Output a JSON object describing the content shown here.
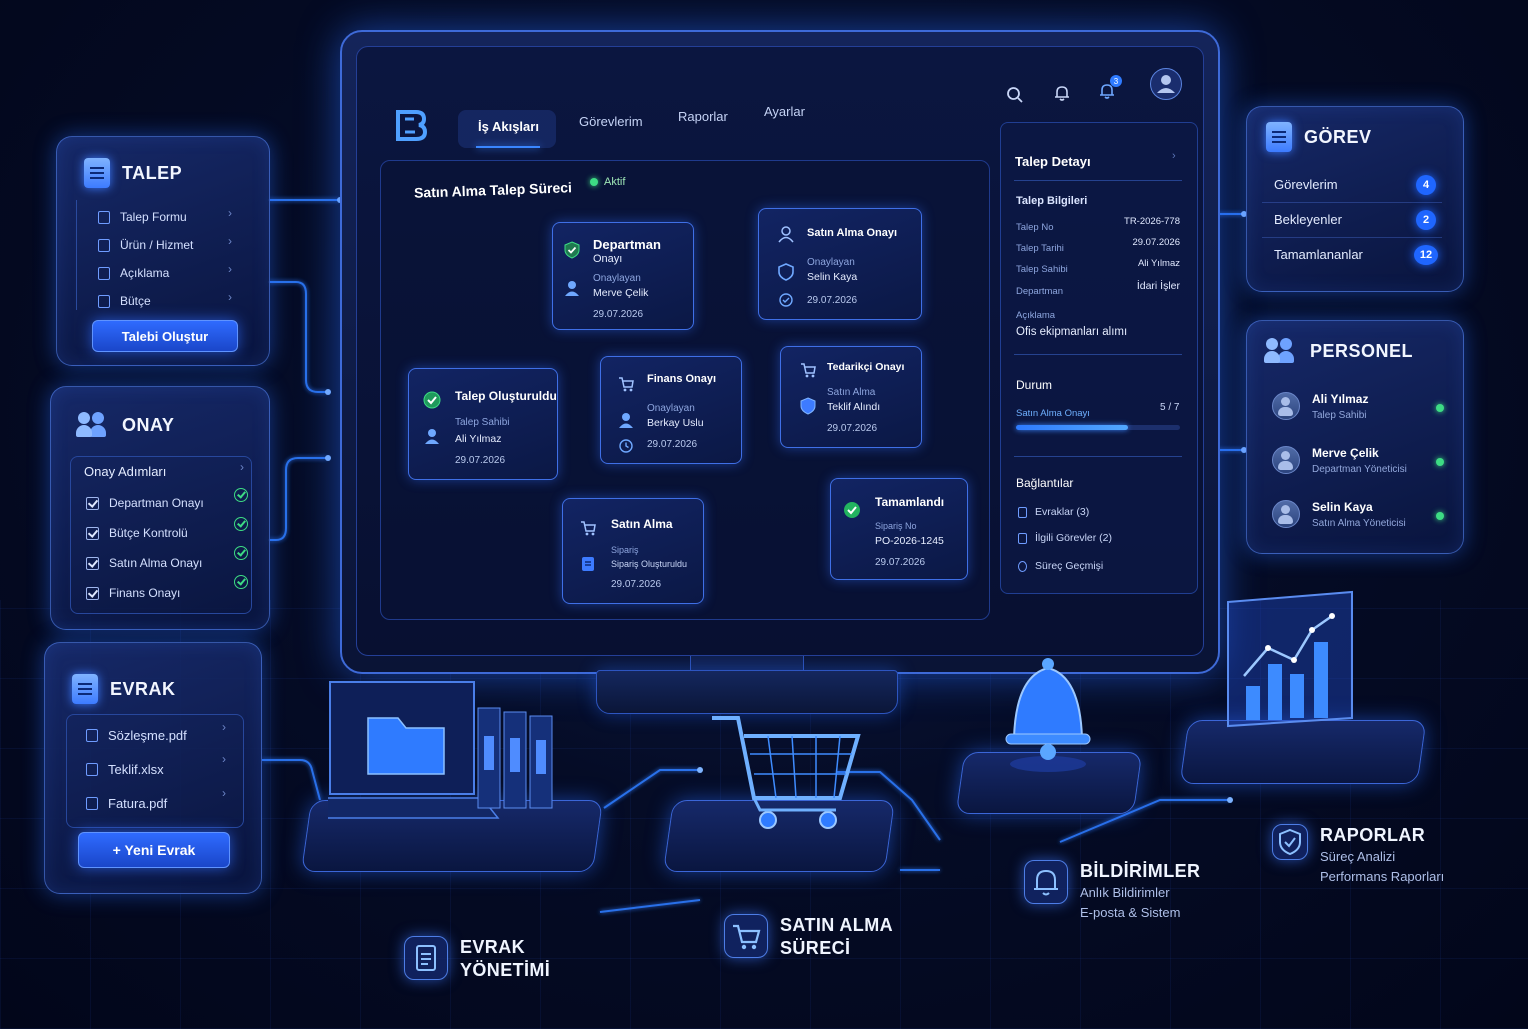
{
  "nav": {
    "tabs": [
      "İş Akışları",
      "Görevlerim",
      "Raporlar",
      "Ayarlar"
    ],
    "notification_count": "3"
  },
  "workflow": {
    "title": "Satın Alma Talep Süreci",
    "status": "Aktif",
    "nodes": {
      "created": {
        "title": "Talep Oluşturuldu",
        "sub": "Talep Sahibi",
        "name": "Ali Yılmaz",
        "date": "29.07.2026"
      },
      "dept": {
        "title": "Departman",
        "title2": "Onayı",
        "sub": "Onaylayan",
        "name": "Merve Çelik",
        "date": "29.07.2026"
      },
      "purchase_approval": {
        "title": "Satın Alma Onayı",
        "sub": "Onaylayan",
        "name": "Selin Kaya",
        "date": "29.07.2026"
      },
      "finance": {
        "title": "Finans Onayı",
        "sub": "Onaylayan",
        "name": "Berkay Uslu",
        "date": "29.07.2026"
      },
      "supply": {
        "title": "Tedarikçi Onayı",
        "sub": "Satın Alma",
        "name": "Teklif Alındı",
        "date": "29.07.2026"
      },
      "purchase": {
        "title": "Satın Alma",
        "sub": "Sipariş",
        "name": "Sipariş Oluşturuldu",
        "date": "29.07.2026"
      },
      "done": {
        "title": "Tamamlandı",
        "sub": "Sipariş No",
        "name": "PO-2026-1245",
        "date": "29.07.2026"
      }
    }
  },
  "detail": {
    "title": "Talep Detayı",
    "section": "Talep Bilgileri",
    "fields": [
      {
        "k": "Talep No",
        "v": "TR-2026-778"
      },
      {
        "k": "Talep Tarihi",
        "v": "29.07.2026"
      },
      {
        "k": "Talep Sahibi",
        "v": "Ali Yılmaz"
      },
      {
        "k": "Departman",
        "v": "İdari İşler"
      }
    ],
    "desc_label": "Açıklama",
    "desc_value": "Ofis ekipmanları alımı",
    "status_title": "Durum",
    "status_step": "Satın Alma Onayı",
    "status_count": "5 / 7",
    "status_progress": 0.68,
    "links_title": "Bağlantılar",
    "links": [
      "Evraklar (3)",
      "İlgili Görevler (2)",
      "Süreç Geçmişi"
    ]
  },
  "talep": {
    "title": "TALEP",
    "items": [
      "Talep Formu",
      "Ürün / Hizmet",
      "Açıklama",
      "Bütçe"
    ],
    "button": "Talebi Oluştur"
  },
  "onay": {
    "title": "ONAY",
    "subtitle": "Onay Adımları",
    "items": [
      "Departman Onayı",
      "Bütçe Kontrolü",
      "Satın Alma Onayı",
      "Finans Onayı"
    ]
  },
  "evrak": {
    "title": "EVRAK",
    "items": [
      "Sözleşme.pdf",
      "Teklif.xlsx",
      "Fatura.pdf"
    ],
    "button": "+ Yeni Evrak"
  },
  "gorev": {
    "title": "GÖREV",
    "items": [
      {
        "label": "Görevlerim",
        "count": "4"
      },
      {
        "label": "Bekleyenler",
        "count": "2"
      },
      {
        "label": "Tamamlananlar",
        "count": "12"
      }
    ]
  },
  "personel": {
    "title": "PERSONEL",
    "people": [
      {
        "name": "Ali Yılmaz",
        "role": "Talep Sahibi"
      },
      {
        "name": "Merve Çelik",
        "role": "Departman Yöneticisi"
      },
      {
        "name": "Selin Kaya",
        "role": "Satın Alma Yöneticisi"
      }
    ]
  },
  "bottom": {
    "evrak": {
      "line1": "EVRAK",
      "line2": "YÖNETİMİ"
    },
    "satin": {
      "line1": "SATIN ALMA",
      "line2": "SÜRECİ"
    },
    "bildirim": {
      "title": "BİLDİRİMLER",
      "sub1": "Anlık Bildirimler",
      "sub2": "E-posta & Sistem"
    },
    "rapor": {
      "title": "RAPORLAR",
      "sub1": "Süreç Analizi",
      "sub2": "Performans Raporları"
    }
  },
  "colors": {
    "accent": "#2f7bff",
    "success": "#3ddc84",
    "background": "#050c26"
  }
}
